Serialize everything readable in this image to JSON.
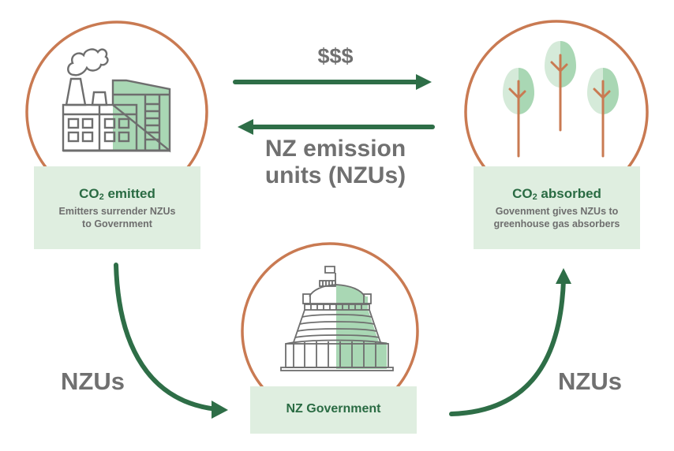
{
  "colors": {
    "circle": "#c97a52",
    "arrow": "#2e6e47",
    "box_bg": "#dfeee0",
    "title_green": "#2a6b43",
    "text_gray": "#707070",
    "icon_gray": "#6e6e6e",
    "fill_green": "#a9d7b4",
    "fill_light_green": "#d5ead9"
  },
  "top_arrows": {
    "money_label": "$$$",
    "units_label_line1": "NZ emission",
    "units_label_line2": "units (NZUs)"
  },
  "emitter": {
    "icon": "factory-icon",
    "title_prefix": "CO",
    "title_sub": "2",
    "title_suffix": " emitted",
    "desc_line1": "Emitters surrender NZUs",
    "desc_line2": "to Government"
  },
  "absorber": {
    "icon": "trees-icon",
    "title_prefix": "CO",
    "title_sub": "2",
    "title_suffix": " absorbed",
    "desc_line1": "Govenment gives NZUs to",
    "desc_line2": "greenhouse gas absorbers"
  },
  "government": {
    "icon": "beehive-parliament-icon",
    "title": "NZ Government"
  },
  "flow_labels": {
    "left": "NZUs",
    "right": "NZUs"
  }
}
